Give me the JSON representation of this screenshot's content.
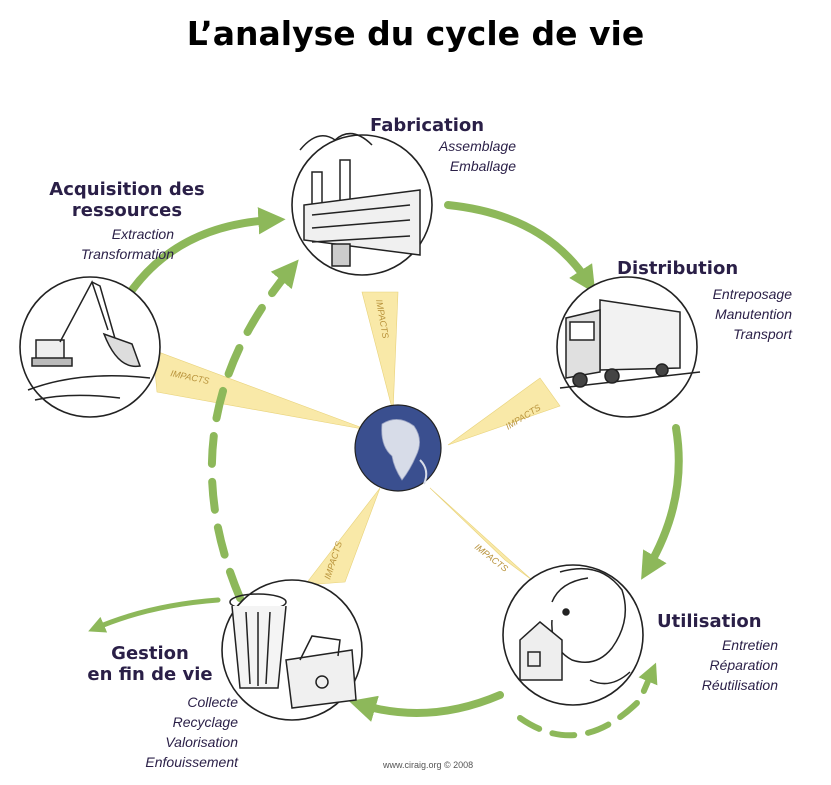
{
  "title": "L’analyse du cycle de vie",
  "stages": {
    "acquisition": {
      "title_lines": [
        "Acquisition des",
        "ressources"
      ],
      "items": [
        "Extraction",
        "Transformation"
      ]
    },
    "fabrication": {
      "title_lines": [
        "Fabrication"
      ],
      "items": [
        "Assemblage",
        "Emballage"
      ]
    },
    "distribution": {
      "title_lines": [
        "Distribution"
      ],
      "items": [
        "Entreposage",
        "Manutention",
        "Transport"
      ]
    },
    "utilisation": {
      "title_lines": [
        "Utilisation"
      ],
      "items": [
        "Entretien",
        "Réparation",
        "Réutilisation"
      ]
    },
    "fin_de_vie": {
      "title_lines": [
        "Gestion",
        "en fin de vie"
      ],
      "items": [
        "Collecte",
        "Recyclage",
        "Valorisation",
        "Enfouissement"
      ]
    }
  },
  "impact_label": "IMPACTS",
  "credit": "www.ciraig.org © 2008",
  "colors": {
    "arrow_green": "#8db85a",
    "impact_yellow": "#f9e9a8",
    "text_dark": "#2a1f47",
    "globe_blue": "#3a4f8f"
  },
  "icons": {
    "acquisition": "excavator-icon",
    "fabrication": "factory-icon",
    "distribution": "truck-icon",
    "utilisation": "person-house-icon",
    "fin_de_vie": "trash-recycling-icon",
    "center": "globe-icon"
  }
}
